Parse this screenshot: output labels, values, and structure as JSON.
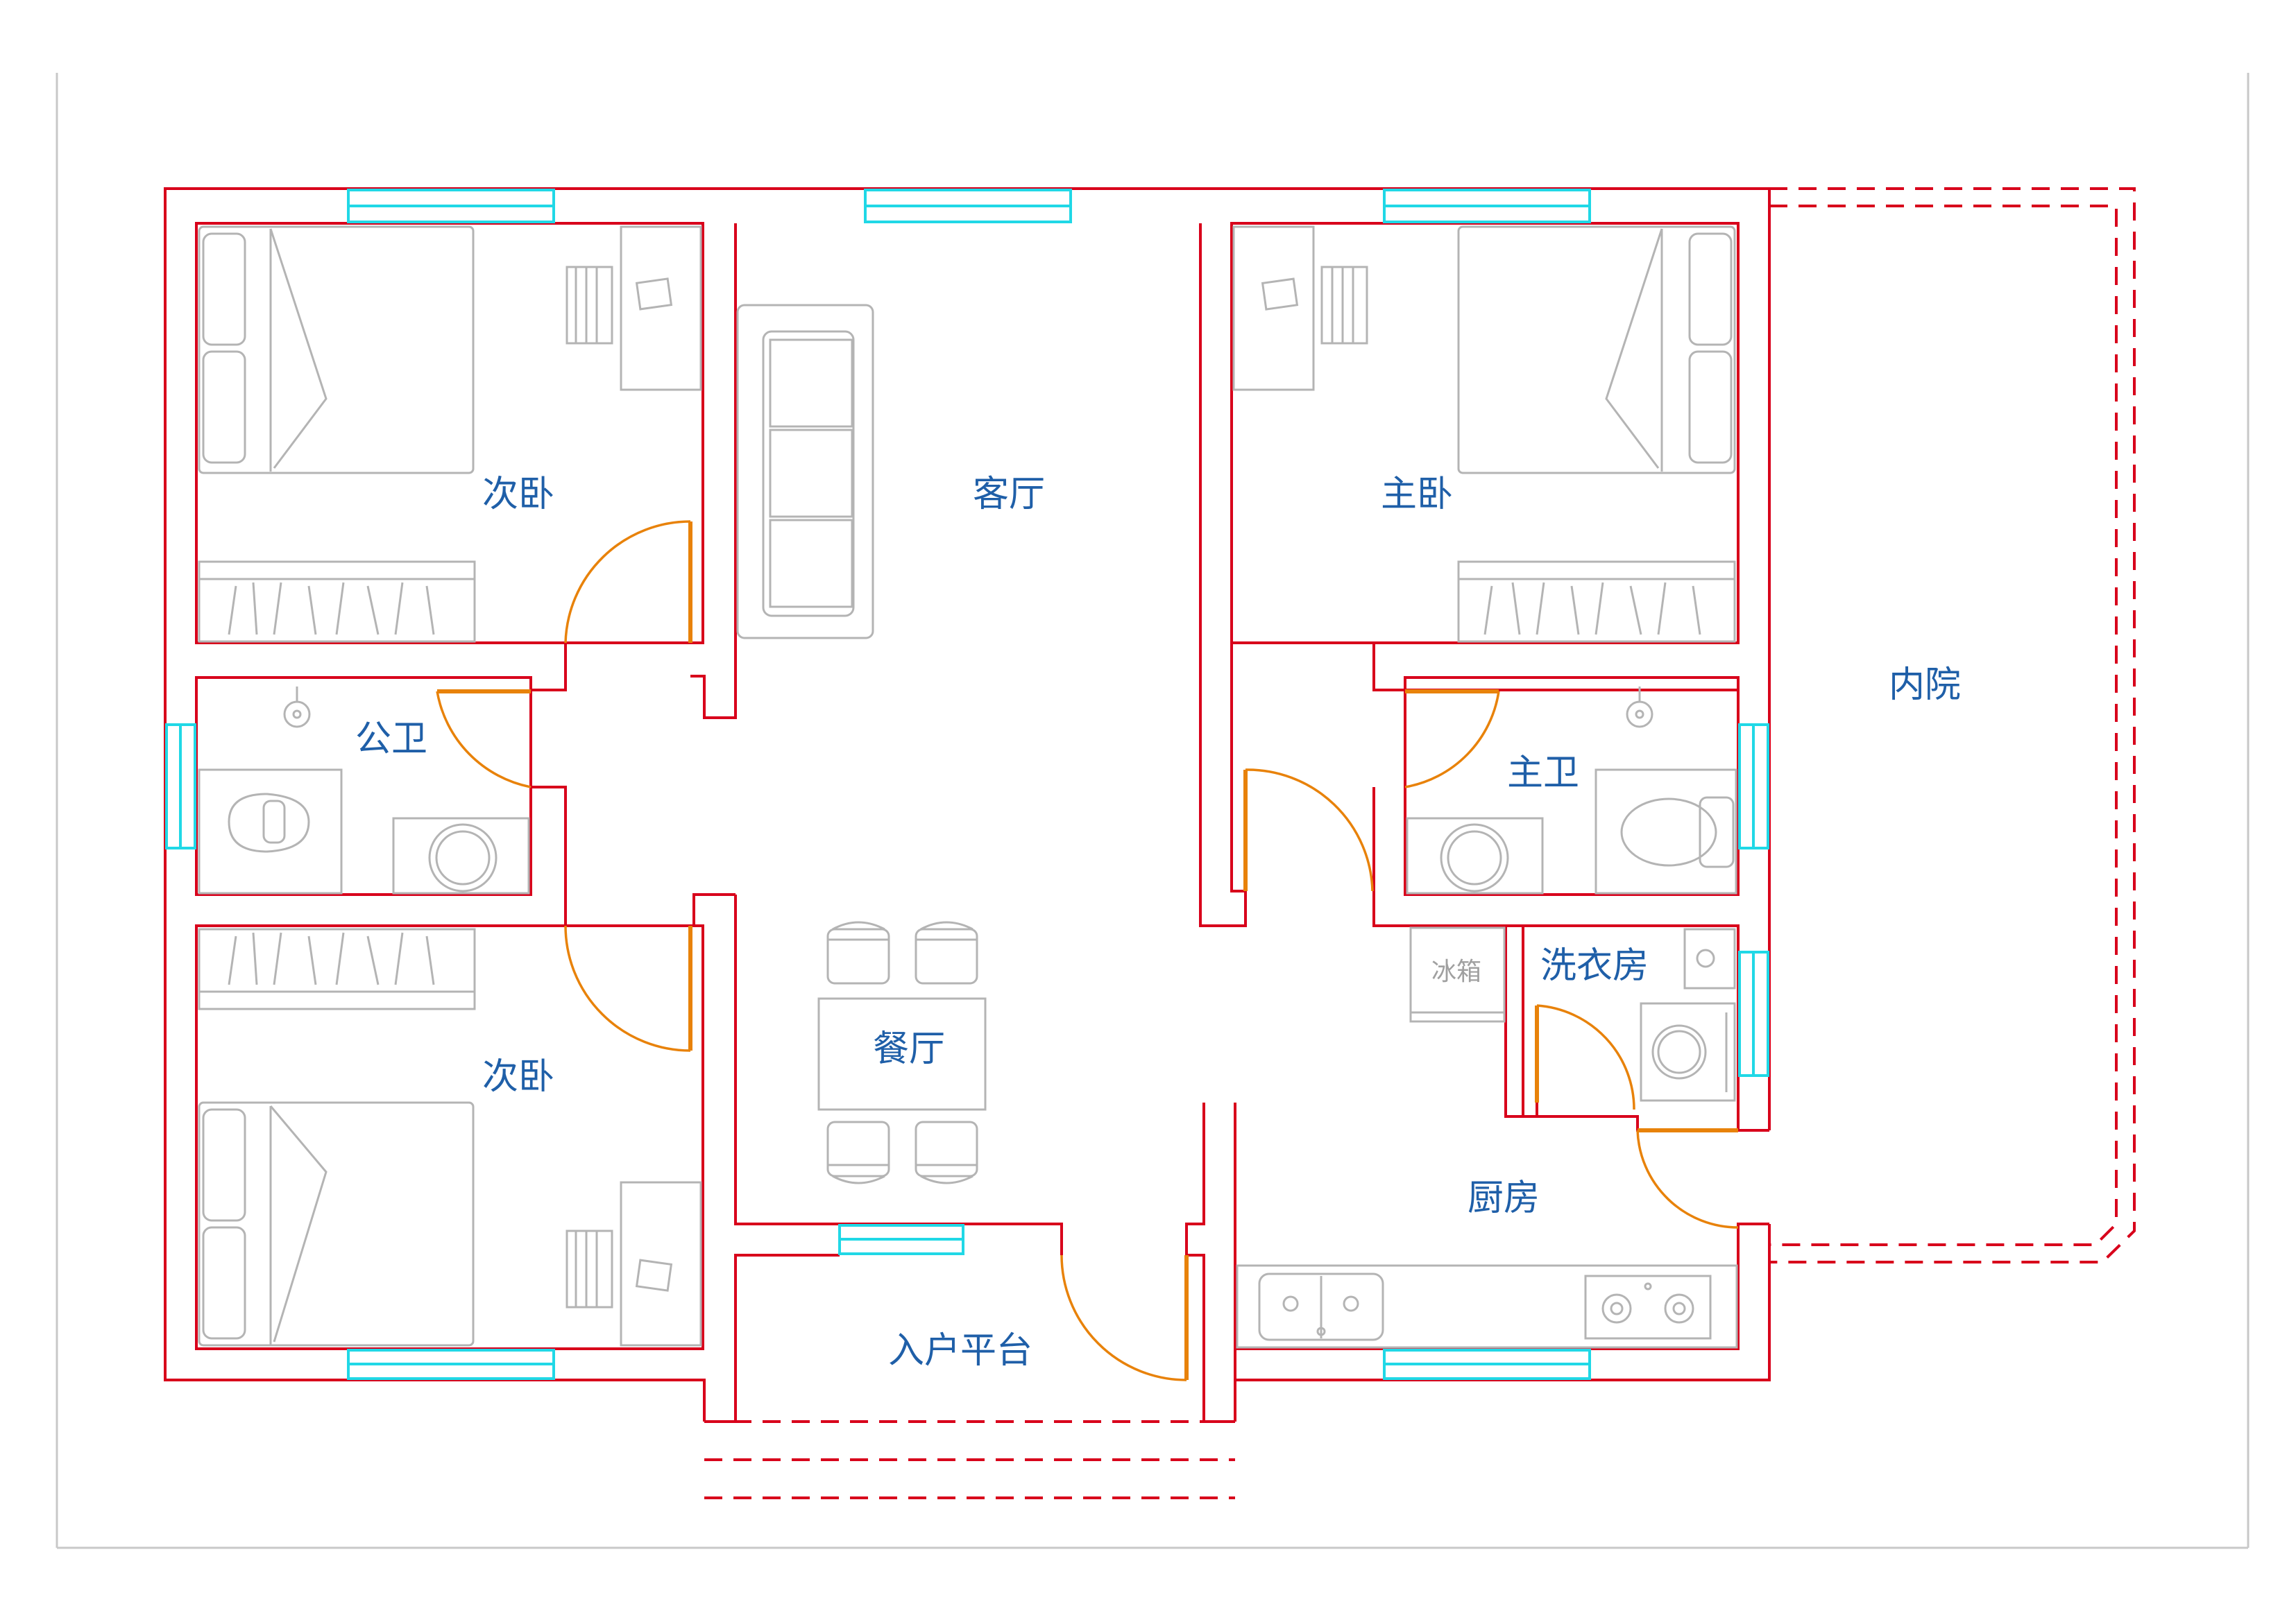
{
  "rooms": {
    "bedroom_secondary_top": "次卧",
    "living_room": "客厅",
    "master_bedroom": "主卧",
    "courtyard": "内院",
    "public_bathroom": "公卫",
    "master_bathroom": "主卫",
    "laundry": "洗衣房",
    "dining": "餐厅",
    "bedroom_secondary_bottom": "次卧",
    "kitchen": "厨房",
    "entry_platform": "入户平台"
  },
  "appliances": {
    "fridge": "冰箱"
  },
  "colors": {
    "wall": "#d8001b",
    "window": "#20d8e6",
    "door": "#e8820a",
    "furniture": "#b4b4b4",
    "label": "#1f5fa8"
  }
}
